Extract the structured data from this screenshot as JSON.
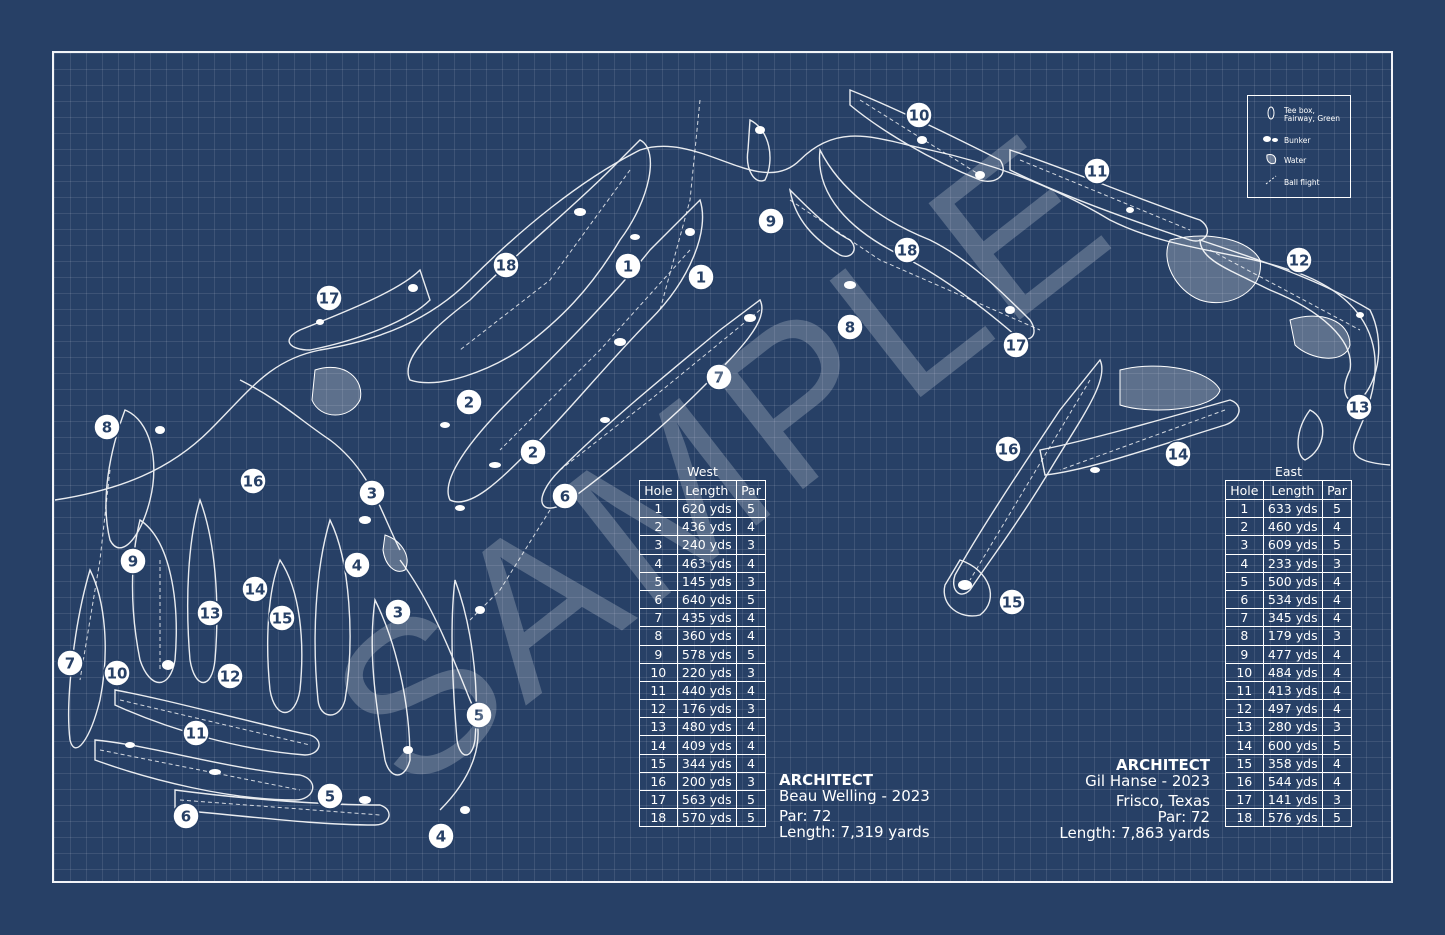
{
  "west": {
    "title": "West",
    "headers": [
      "Hole",
      "Length",
      "Par"
    ],
    "rows": [
      [
        "1",
        "620 yds",
        "5"
      ],
      [
        "2",
        "436 yds",
        "4"
      ],
      [
        "3",
        "240 yds",
        "3"
      ],
      [
        "4",
        "463 yds",
        "4"
      ],
      [
        "5",
        "145 yds",
        "3"
      ],
      [
        "6",
        "640 yds",
        "5"
      ],
      [
        "7",
        "435 yds",
        "4"
      ],
      [
        "8",
        "360 yds",
        "4"
      ],
      [
        "9",
        "578 yds",
        "5"
      ],
      [
        "10",
        "220 yds",
        "3"
      ],
      [
        "11",
        "440 yds",
        "4"
      ],
      [
        "12",
        "176 yds",
        "3"
      ],
      [
        "13",
        "480 yds",
        "4"
      ],
      [
        "14",
        "409 yds",
        "4"
      ],
      [
        "15",
        "344 yds",
        "4"
      ],
      [
        "16",
        "200 yds",
        "3"
      ],
      [
        "17",
        "563 yds",
        "5"
      ],
      [
        "18",
        "570 yds",
        "5"
      ]
    ],
    "architect_heading": "ARCHITECT",
    "architect": "Beau Welling  -  2023",
    "par": "Par: 72",
    "length": "Length: 7,319 yards"
  },
  "east": {
    "title": "East",
    "headers": [
      "Hole",
      "Length",
      "Par"
    ],
    "rows": [
      [
        "1",
        "633 yds",
        "5"
      ],
      [
        "2",
        "460 yds",
        "4"
      ],
      [
        "3",
        "609 yds",
        "5"
      ],
      [
        "4",
        "233 yds",
        "3"
      ],
      [
        "5",
        "500 yds",
        "4"
      ],
      [
        "6",
        "534 yds",
        "4"
      ],
      [
        "7",
        "345 yds",
        "4"
      ],
      [
        "8",
        "179 yds",
        "3"
      ],
      [
        "9",
        "477 yds",
        "4"
      ],
      [
        "10",
        "484 yds",
        "4"
      ],
      [
        "11",
        "413 yds",
        "4"
      ],
      [
        "12",
        "497 yds",
        "4"
      ],
      [
        "13",
        "280 yds",
        "3"
      ],
      [
        "14",
        "600 yds",
        "5"
      ],
      [
        "15",
        "358 yds",
        "4"
      ],
      [
        "16",
        "544 yds",
        "4"
      ],
      [
        "17",
        "141 yds",
        "3"
      ],
      [
        "18",
        "576 yds",
        "5"
      ]
    ],
    "architect_heading": "ARCHITECT",
    "architect": "Gil Hanse  -  2023",
    "location": "Frisco, Texas",
    "par": "Par: 72",
    "length": "Length: 7,863 yards"
  },
  "legend": {
    "items": [
      {
        "icon": "tee-fairway-green-icon",
        "label": "Tee box, Fairway, Green"
      },
      {
        "icon": "bunker-icon",
        "label": "Bunker"
      },
      {
        "icon": "water-icon",
        "label": "Water"
      },
      {
        "icon": "ball-flight-icon",
        "label": "Ball flight"
      }
    ]
  },
  "watermark": "SAMPLE",
  "west_markers": [
    "1",
    "2",
    "3",
    "4",
    "5",
    "6",
    "7",
    "8",
    "9",
    "10",
    "11",
    "12",
    "13",
    "14",
    "15",
    "16",
    "17",
    "18"
  ],
  "east_markers": [
    "1",
    "2",
    "3",
    "4",
    "5",
    "6",
    "7",
    "8",
    "9",
    "10",
    "11",
    "12",
    "13",
    "14",
    "15",
    "16",
    "17",
    "18"
  ],
  "colors": {
    "background": "#274066",
    "line": "#ffffff"
  }
}
